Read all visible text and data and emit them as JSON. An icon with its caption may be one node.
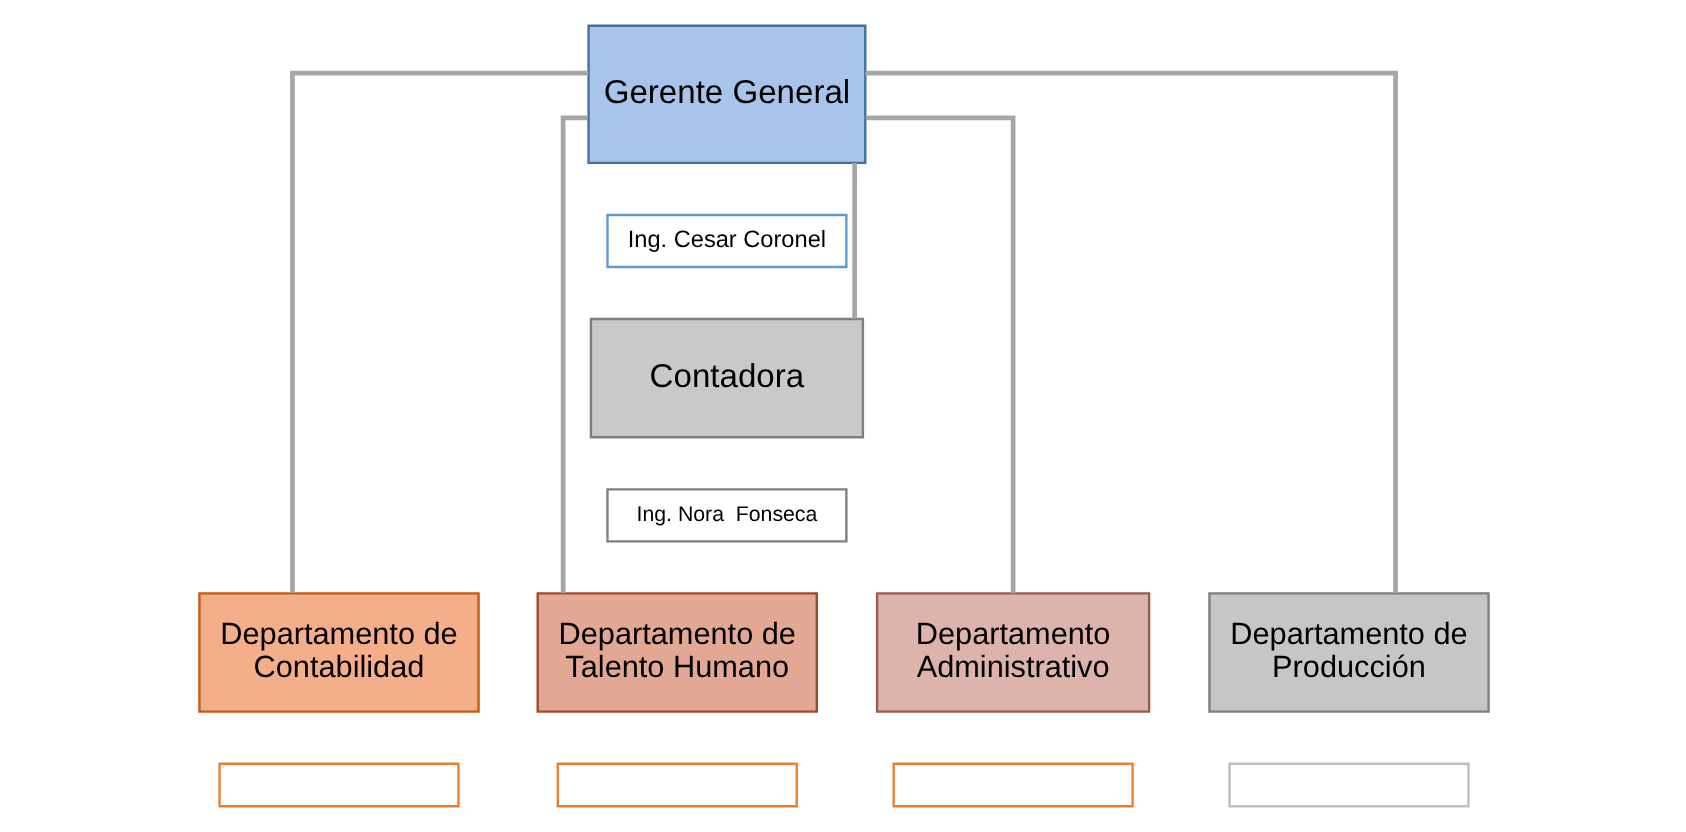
{
  "diagram": {
    "nodes": [
      {
        "text": [
          "Gerente General"
        ]
      },
      {
        "text": [
          "Ing. Cesar Coronel"
        ]
      },
      {
        "text": [
          "Contadora"
        ]
      },
      {
        "text": [
          "Ing. Nora  Fonseca"
        ]
      },
      {
        "text": [
          "Departamento de Contabilidad"
        ]
      },
      {
        "text": [
          "Departamento de Talento Humano"
        ]
      },
      {
        "text": [
          "Departamento Administrativo"
        ]
      },
      {
        "text": [
          "Departamento de Producción"
        ]
      },
      {
        "text": [],
        "shape": "box"
      },
      {
        "text": [],
        "shape": "box"
      },
      {
        "text": [],
        "shape": "box"
      },
      {
        "text": [],
        "shape": "box"
      }
    ],
    "edges": [
      {
        "from": 0,
        "to": 2,
        "arrow": "none"
      },
      {
        "from": 0,
        "to": 4,
        "arrow": "none"
      },
      {
        "from": 0,
        "to": 5,
        "arrow": "none"
      },
      {
        "from": 0,
        "to": 6,
        "arrow": "none"
      },
      {
        "from": 0,
        "to": 7,
        "arrow": "none"
      }
    ]
  }
}
